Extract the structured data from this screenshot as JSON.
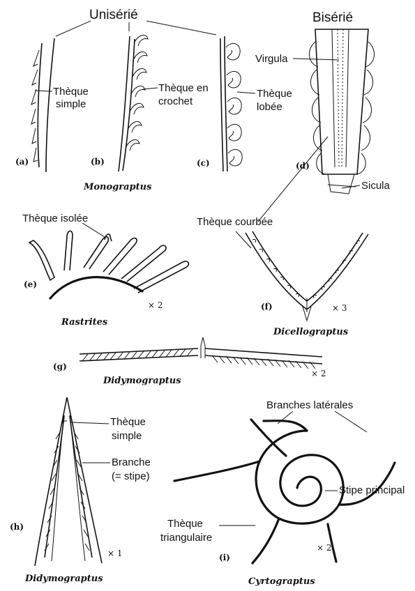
{
  "header": {
    "uniserie": "Unisérié",
    "biserie": "Bisérié"
  },
  "panel_letters": {
    "a": "(a)",
    "b": "(b)",
    "c": "(c)",
    "d": "(d)",
    "e": "(e)",
    "f": "(f)",
    "g": "(g)",
    "h": "(h)",
    "i": "(i)"
  },
  "labels": {
    "theque_simple_1": "Thèque",
    "theque_simple_2": "simple",
    "theque_crochet_1": "Thèque en",
    "theque_crochet_2": "crochet",
    "theque_lobee_1": "Thèque",
    "theque_lobee_2": "lobée",
    "virgula": "Virgula",
    "sicula": "Sicula",
    "theque_isolee": "Thèque isolée",
    "theque_courbee": "Thèque courbée",
    "h_theque_1": "Thèque",
    "h_theque_2": "simple",
    "h_branche_1": "Branche",
    "h_branche_2": "(= stipe)",
    "branches_laterales": "Branches latérales",
    "stipe_principal": "Stipe principal",
    "theque_tri_1": "Thèque",
    "theque_tri_2": "triangulaire"
  },
  "genera": {
    "monograptus": "Monograptus",
    "rastrites": "Rastrites",
    "dicellograptus": "Dicellograptus",
    "didymograptus_g": "Didymograptus",
    "didymograptus_h": "Didymograptus",
    "cyrtograptus": "Cyrtograptus"
  },
  "scales": {
    "e": "× 2",
    "f": "× 3",
    "g": "× 2",
    "h": "× 1",
    "i": "× 2"
  }
}
